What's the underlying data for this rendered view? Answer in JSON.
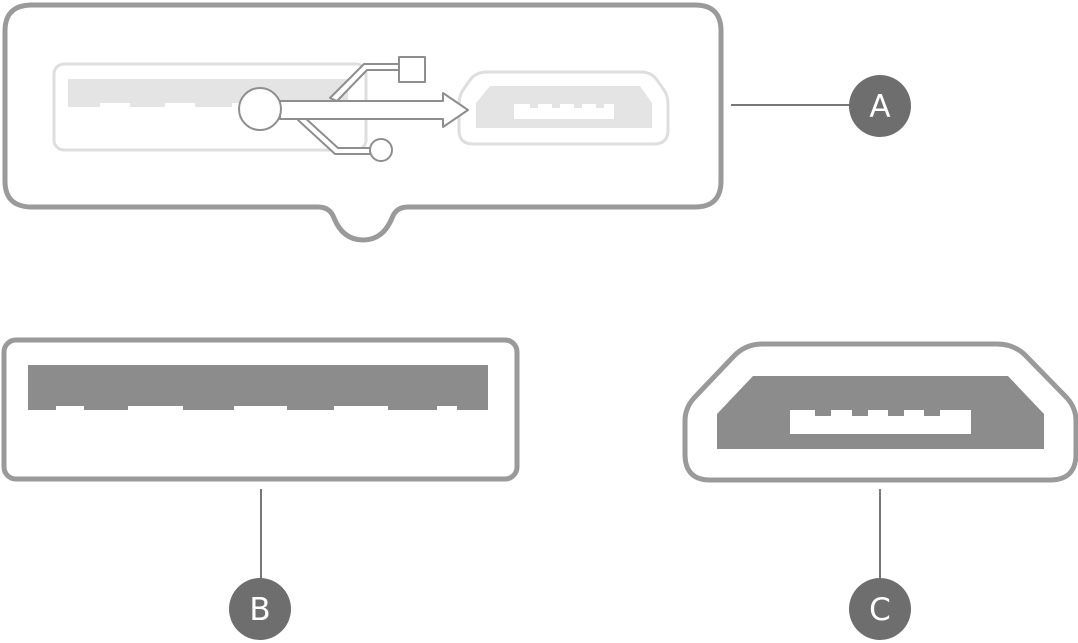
{
  "callouts": {
    "a": {
      "label": "A"
    },
    "b": {
      "label": "B"
    },
    "c": {
      "label": "C"
    }
  },
  "colors": {
    "outline": "#9a9a9a",
    "port_fill": "#8c8c8c",
    "faded_outline": "#dcdcdc",
    "faded_fill": "#e6e6e6",
    "callout_badge": "#6e6e6e",
    "leader_line": "#777777"
  }
}
